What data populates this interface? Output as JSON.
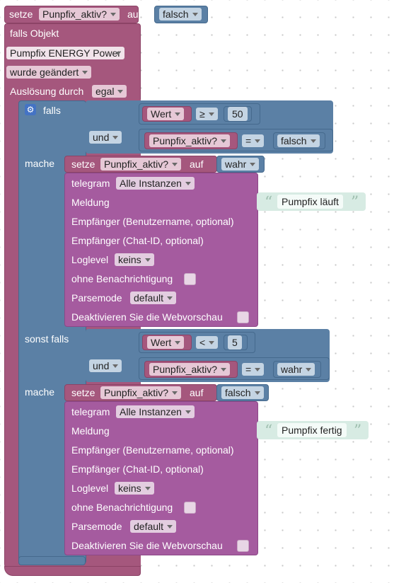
{
  "top_setze": {
    "label": "setze",
    "var": "Punpfix_aktiv?",
    "auf": "auf",
    "value": "falsch"
  },
  "trigger": {
    "falls_objekt": "falls Objekt",
    "object": "Pumpfix ENERGY  Power",
    "changed": "wurde geändert",
    "ausloesung": "Auslösung durch",
    "ausloesung_value": "egal"
  },
  "if_block": {
    "falls": "falls",
    "und": "und",
    "mache": "mache",
    "sonst_falls": "sonst falls",
    "cond1": {
      "var": "Wert",
      "op": "≥",
      "num": "50",
      "and_var": "Punpfix_aktiv?",
      "and_op": "=",
      "and_val": "falsch"
    },
    "cond2": {
      "var": "Wert",
      "op": "<",
      "num": "5",
      "and_var": "Punpfix_aktiv?",
      "and_op": "=",
      "and_val": "wahr"
    }
  },
  "branch1": {
    "setze": "setze",
    "var": "Punpfix_aktiv?",
    "auf": "auf",
    "value": "wahr",
    "telegram": "telegram",
    "instances": "Alle Instanzen",
    "meldung": "Meldung",
    "message": "Pumpfix läuft",
    "recipient_user": "Empfänger (Benutzername, optional)",
    "recipient_chat": "Empfänger (Chat-ID, optional)",
    "loglevel": "Loglevel",
    "loglevel_value": "keins",
    "silent": "ohne Benachrichtigung",
    "parsemode": "Parsemode",
    "parsemode_value": "default",
    "preview": "Deaktivieren Sie die Webvorschau"
  },
  "branch2": {
    "setze": "setze",
    "var": "Punpfix_aktiv?",
    "auf": "auf",
    "value": "falsch",
    "telegram": "telegram",
    "instances": "Alle Instanzen",
    "meldung": "Meldung",
    "message": "Pumpfix fertig",
    "recipient_user": "Empfänger (Benutzername, optional)",
    "recipient_chat": "Empfänger (Chat-ID, optional)",
    "loglevel": "Loglevel",
    "loglevel_value": "keins",
    "silent": "ohne Benachrichtigung",
    "parsemode": "Parsemode",
    "parsemode_value": "default",
    "preview": "Deaktivieren Sie die Webvorschau"
  },
  "quote_open": "“",
  "quote_close": "”",
  "colors": {
    "trigger": "#a5577d",
    "logic": "#5b80a5",
    "telegram": "#a55b9f",
    "text": "#d7ebe3"
  }
}
